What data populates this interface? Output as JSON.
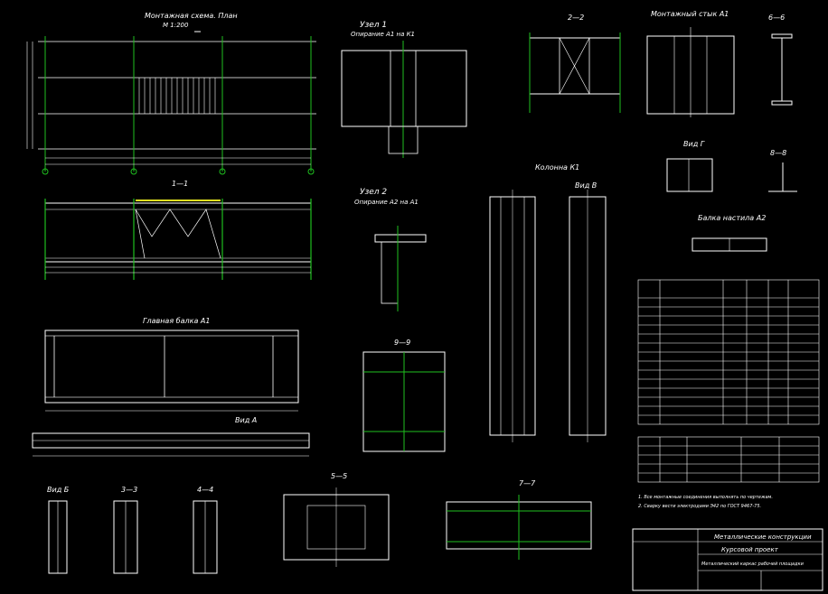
{
  "colors": {
    "background": "#000000",
    "lines": "#ffffff",
    "axes": "#1fbf1f",
    "accent": "#e0e020"
  },
  "titles": {
    "plan": "Монтажная схема. План",
    "plan_scale": "М 1:200",
    "section_1": "1—1",
    "node_1": "Узел 1",
    "node_1_sub": "Опирание А1 на К1",
    "node_2": "Узел 2",
    "node_2_sub": "Опирание А2 на А1",
    "section_2": "2—2",
    "stamp_a1": "Монтажный стык А1",
    "section_6": "6—6",
    "view_g": "Вид Г",
    "section_8": "8—8",
    "column": "Колонна К1",
    "view_v": "Вид В",
    "beam_a2": "Балка настила А2",
    "main_beam": "Главная балка А1",
    "view_a": "Вид А",
    "section_9": "9—9",
    "view_b": "Вид Б",
    "section_3": "3—3",
    "section_4": "4—4",
    "section_5": "5—5",
    "section_7": "7—7"
  },
  "notes": [
    "1. Все монтажные соединения выполнять по чертежам.",
    "2. Сварку вести электродами Э42 по ГОСТ 9467-75."
  ],
  "title_block": {
    "title_1": "Металлические конструкции",
    "title_2": "Курсовой проект",
    "title_3": "Металлический каркас рабочей площадки"
  }
}
